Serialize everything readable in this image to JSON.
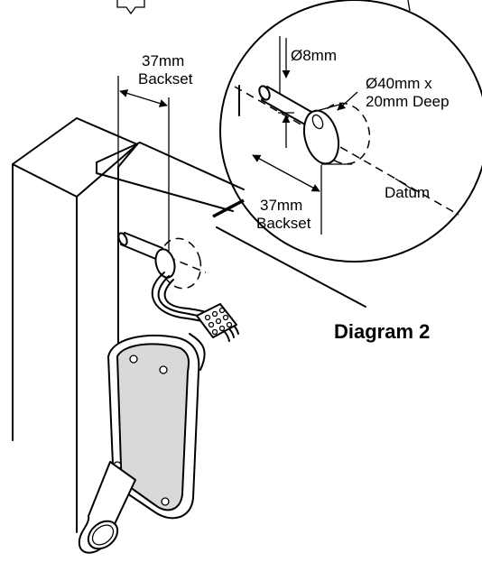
{
  "diagram": {
    "title": "Diagram 2",
    "labels": {
      "backset_top_value": "37mm",
      "backset_top_word": "Backset",
      "small_hole": "Ø8mm",
      "large_hole_line1": "Ø40mm x",
      "large_hole_line2": "20mm Deep",
      "datum": "Datum",
      "backset_inner_value": "37mm",
      "backset_inner_word": "Backset"
    }
  }
}
